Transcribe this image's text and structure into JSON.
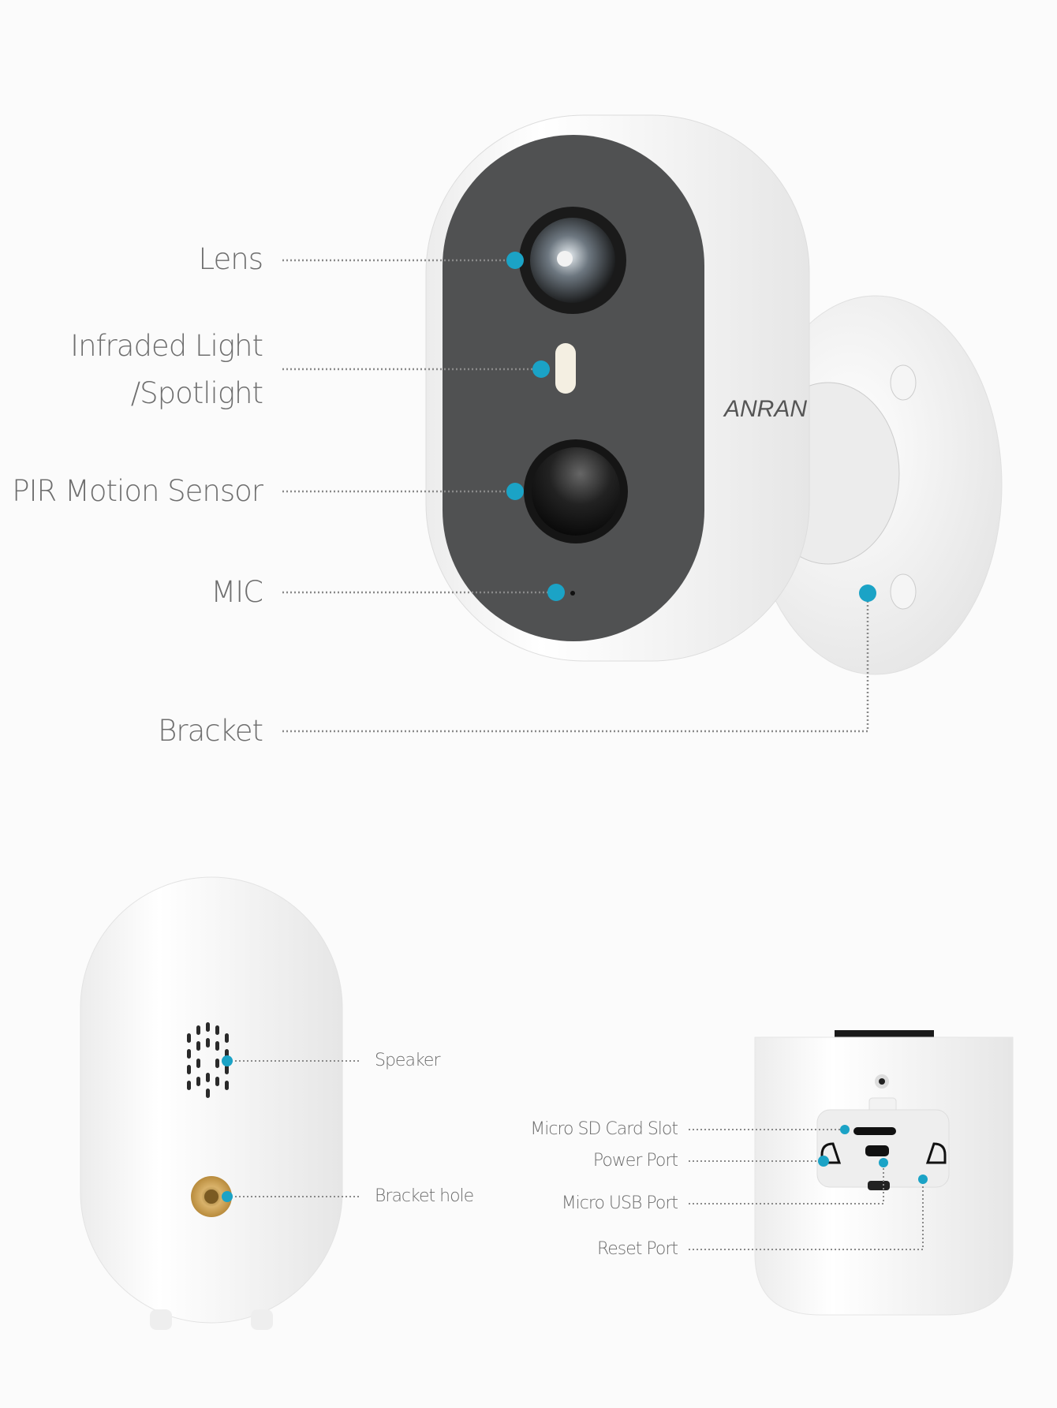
{
  "brand": "ANRAN",
  "accent_color": "#1ba3c6",
  "front_view": {
    "labels": [
      {
        "id": "lens",
        "text": "Lens"
      },
      {
        "id": "infrared",
        "text": "Infraded Light",
        "text2": "/Spotlight"
      },
      {
        "id": "pir",
        "text": "PIR Motion Sensor"
      },
      {
        "id": "mic",
        "text": "MIC"
      },
      {
        "id": "bracket",
        "text": "Bracket"
      }
    ]
  },
  "back_view": {
    "labels": [
      {
        "id": "speaker",
        "text": "Speaker"
      },
      {
        "id": "bracket-hole",
        "text": "Bracket hole"
      }
    ]
  },
  "bottom_view": {
    "labels": [
      {
        "id": "sd",
        "text": "Micro SD Card Slot"
      },
      {
        "id": "power",
        "text": "Power Port"
      },
      {
        "id": "usb",
        "text": "Micro USB Port"
      },
      {
        "id": "reset",
        "text": "Reset Port"
      }
    ]
  }
}
